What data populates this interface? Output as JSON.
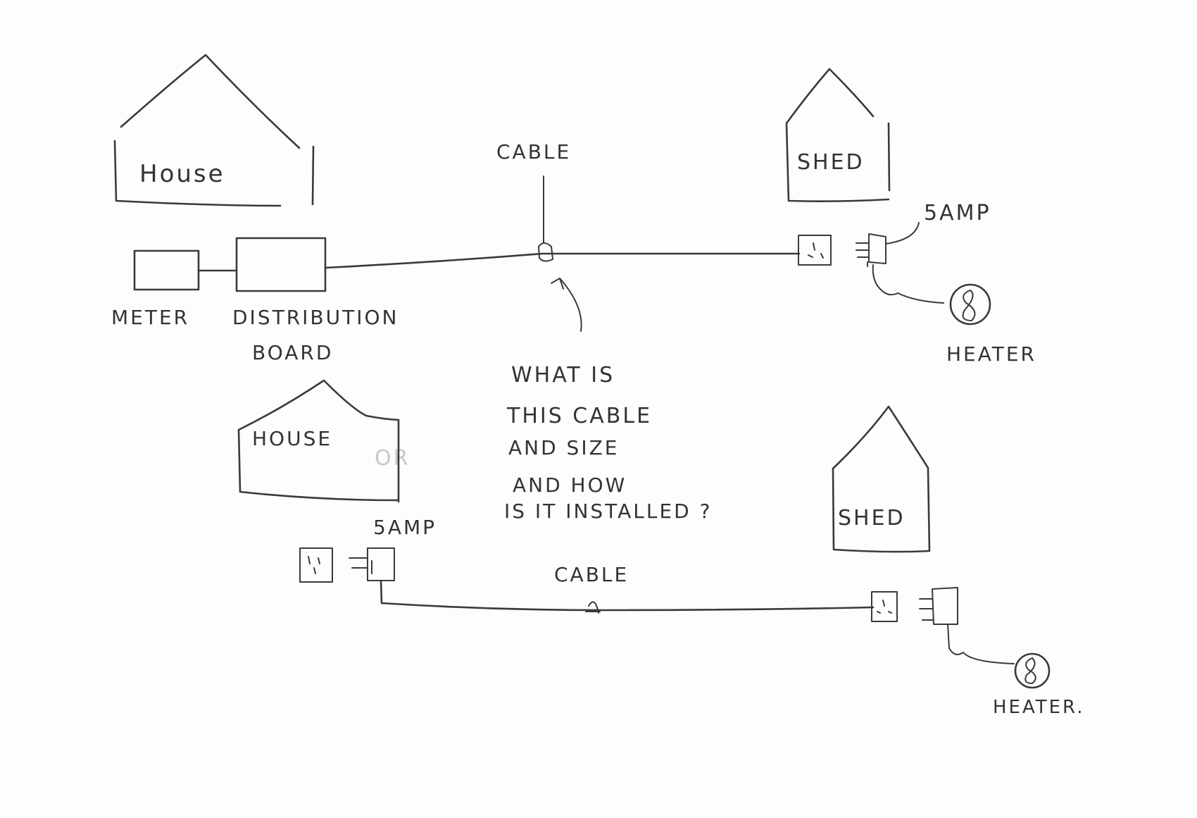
{
  "colors": {
    "ink": "#3a3a3a",
    "paper": "#fdfdfd"
  },
  "top": {
    "house_label": "House",
    "meter_label": "METER",
    "distribution_label_line1": "DISTRIBUTION",
    "distribution_label_line2": "BOARD",
    "cable_label": "CABLE",
    "shed_label": "SHED",
    "plug_label": "5AMP",
    "heater_label": "HEATER"
  },
  "question": {
    "line1": "WHAT IS",
    "line2": "THIS CABLE",
    "line3": "AND SIZE",
    "line4": "AND HOW",
    "line5": "IS IT INSTALLED ?"
  },
  "or_label": "OR",
  "bottom": {
    "house_label": "HOUSE",
    "plug_label": "5AMP",
    "cable_label": "CABLE",
    "shed_label": "SHED",
    "heater_label": "HEATER."
  }
}
